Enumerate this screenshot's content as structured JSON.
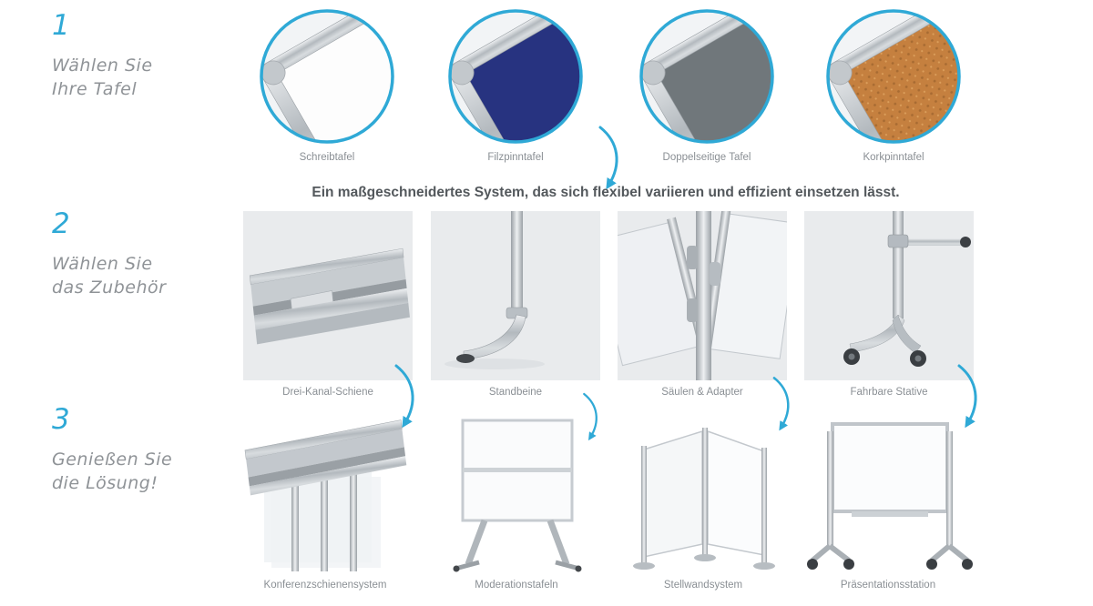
{
  "accent_color": "#2FA9D6",
  "steps": [
    {
      "number": "1",
      "line1": "Wählen Sie",
      "line2": "Ihre Tafel"
    },
    {
      "number": "2",
      "line1": "Wählen Sie",
      "line2": "das Zubehör"
    },
    {
      "number": "3",
      "line1": "Genießen Sie",
      "line2": "die Lösung!"
    }
  ],
  "headline": "Ein maßgeschneidertes System, das sich flexibel variieren und effizient einsetzen lässt.",
  "boards": [
    {
      "label": "Schreibtafel",
      "surface_color": "#fdfdfd"
    },
    {
      "label": "Filzpinntafel",
      "surface_color": "#273380"
    },
    {
      "label": "Doppelseitige Tafel",
      "surface_color": "#70777b"
    },
    {
      "label": "Korkpinntafel",
      "surface_color": "#c5803f"
    }
  ],
  "accessories": [
    {
      "label": "Drei-Kanal-Schiene"
    },
    {
      "label": "Standbeine"
    },
    {
      "label": "Säulen & Adapter"
    },
    {
      "label": "Fahrbare Stative"
    }
  ],
  "solutions": [
    {
      "label": "Konferenzschienensystem"
    },
    {
      "label": "Moderationstafeln"
    },
    {
      "label": "Stellwandsystem"
    },
    {
      "label": "Präsentationsstation"
    }
  ]
}
